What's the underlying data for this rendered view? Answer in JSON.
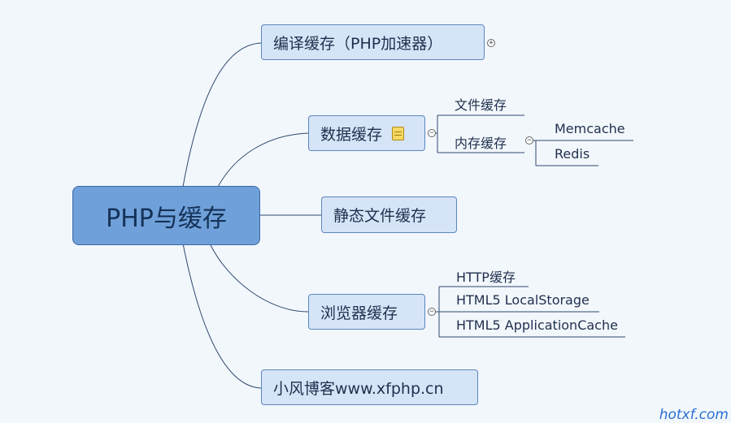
{
  "root": {
    "label": "PHP与缓存"
  },
  "branches": {
    "compile": {
      "label": "编译缓存（PHP加速器）",
      "toggle": "+"
    },
    "data": {
      "label": "数据缓存",
      "toggle": "−",
      "icon": "note-icon"
    },
    "static": {
      "label": "静态文件缓存"
    },
    "browser": {
      "label": "浏览器缓存",
      "toggle": "−"
    },
    "blog": {
      "label": "小风博客www.xfphp.cn"
    }
  },
  "data_children": {
    "file": "文件缓存",
    "memory": {
      "label": "内存缓存",
      "toggle": "−"
    },
    "memory_children": [
      "Memcache",
      "Redis"
    ]
  },
  "browser_children": [
    "HTTP缓存",
    "HTML5 LocalStorage",
    "HTML5 ApplicationCache"
  ],
  "watermark": "hotxf.com",
  "colors": {
    "background": "#f2f7fc",
    "node_fill": "#d6e4f7",
    "node_border": "#5b86bf",
    "root_fill": "#6fa0d9",
    "line": "#2f4a6e"
  }
}
